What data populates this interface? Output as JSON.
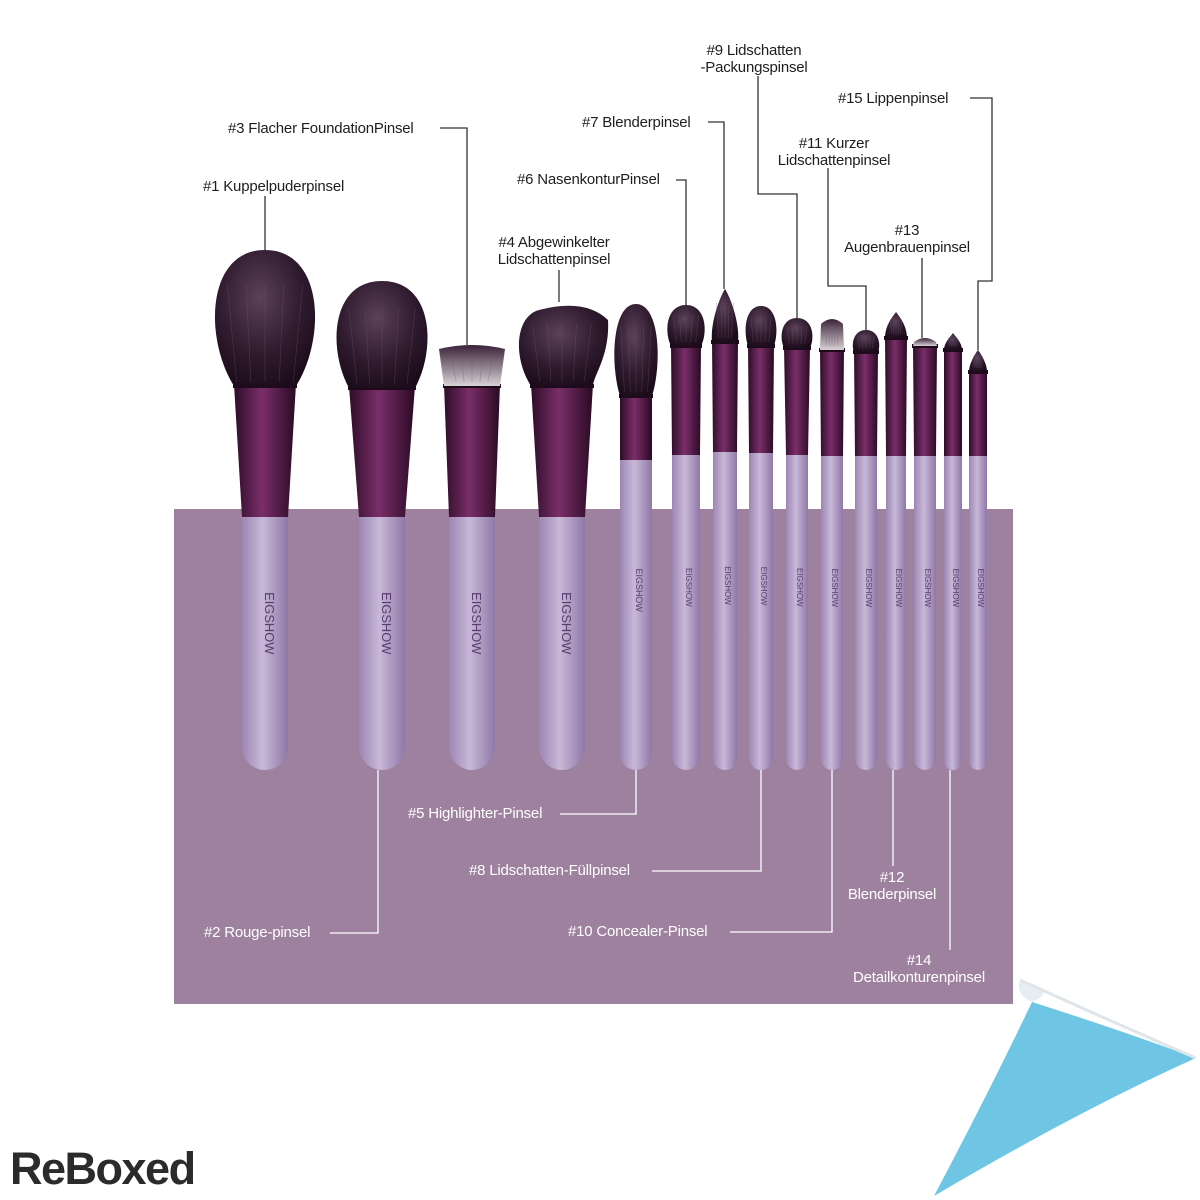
{
  "brand": {
    "logo_text": "ReBoxed",
    "handle_text": "EIGSHOW"
  },
  "colors": {
    "backdrop": "#9d819e",
    "bristle": "#3a2238",
    "ferrule": "#5a1f4d",
    "handle": "#b7a3c8",
    "corner_blue": "#6ec6e4",
    "line_dark": "#333333",
    "line_light": "#ffffff"
  },
  "labels": {
    "b1": [
      "#1 Kuppelpuderpinsel"
    ],
    "b2": [
      "#2 Rouge-pinsel"
    ],
    "b3": [
      "#3 Flacher FoundationPinsel"
    ],
    "b4": [
      "#4 Abgewinkelter",
      "Lidschattenpinsel"
    ],
    "b5": [
      "#5 Highlighter-Pinsel"
    ],
    "b6": [
      "#6 NasenkonturPinsel"
    ],
    "b7": [
      "#7 Blenderpinsel"
    ],
    "b8": [
      "#8 Lidschatten-Füllpinsel"
    ],
    "b9": [
      "#9 Lidschatten",
      "-Packungspinsel"
    ],
    "b10": [
      "#10 Concealer-Pinsel"
    ],
    "b11": [
      "#11 Kurzer",
      "Lidschattenpinsel"
    ],
    "b12": [
      "#12",
      "Blenderpinsel"
    ],
    "b13": [
      "#13",
      "Augenbrauenpinsel"
    ],
    "b14": [
      "#14",
      "Detailkonturenpinsel"
    ],
    "b15": [
      "#15 Lippenpinsel"
    ]
  }
}
